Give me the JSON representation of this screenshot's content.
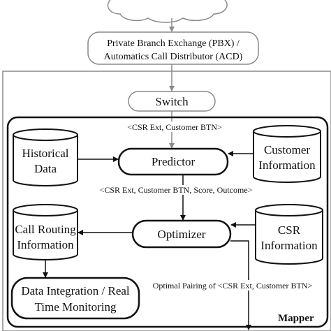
{
  "cloud": {
    "label": ""
  },
  "pbx": {
    "line1": "Private Branch Exchange (PBX) /",
    "line2": "Automatics Call Distributor (ACD)"
  },
  "switch": {
    "label": "Switch"
  },
  "edge_labels": {
    "switch_to_predictor": "<CSR Ext, Customer BTN>",
    "predictor_to_optimizer": "<CSR Ext, Customer BTN, Score, Outcome>",
    "optimal_pairing": "Optimal Pairing of <CSR Ext, Customer BTN>"
  },
  "nodes": {
    "historical_data": {
      "line1": "Historical",
      "line2": "Data"
    },
    "predictor": {
      "label": "Predictor"
    },
    "customer_information": {
      "line1": "Customer",
      "line2": "Information"
    },
    "optimizer": {
      "label": "Optimizer"
    },
    "call_routing_information": {
      "line1": "Call Routing",
      "line2": "Information"
    },
    "csr_information": {
      "line1": "CSR",
      "line2": "Information"
    },
    "data_integration": {
      "line1": "Data Integration / Real",
      "line2": "Time Monitoring"
    }
  },
  "container": {
    "label": "Mapper"
  },
  "colors": {
    "ink": "#111111",
    "muted": "#8a8a8a",
    "background": "#ffffff"
  }
}
